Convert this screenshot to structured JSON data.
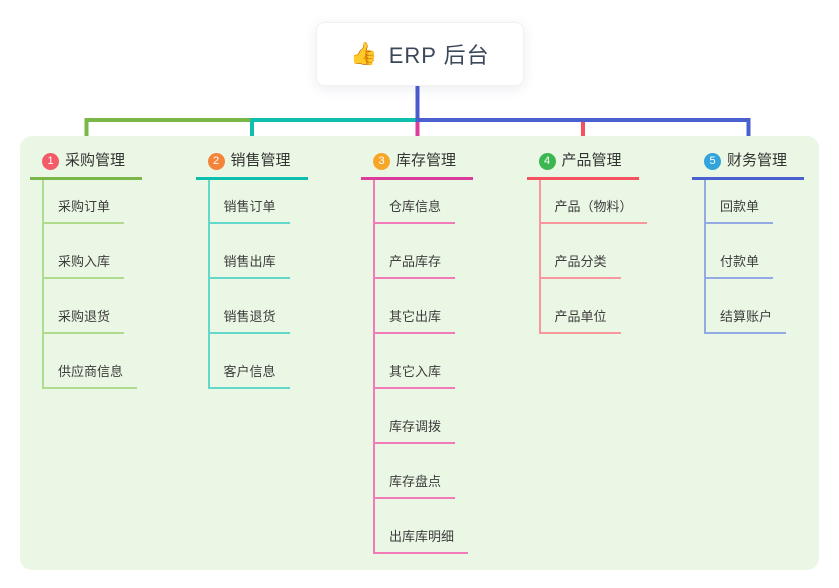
{
  "root": {
    "icon": "👍",
    "title": "ERP 后台"
  },
  "connector": {
    "stem_color": "#4a5bce"
  },
  "panel": {
    "background": "#ebf7e5"
  },
  "branches": [
    {
      "index": "1",
      "label": "采购管理",
      "badge_color": "#f25b68",
      "line_color": "#7ab748",
      "child_line_color": "#aedb8d",
      "children": [
        "采购订单",
        "采购入库",
        "采购退货",
        "供应商信息"
      ]
    },
    {
      "index": "2",
      "label": "销售管理",
      "badge_color": "#f5843b",
      "line_color": "#0fbfae",
      "child_line_color": "#63d8ca",
      "children": [
        "销售订单",
        "销售出库",
        "销售退货",
        "客户信息"
      ]
    },
    {
      "index": "3",
      "label": "库存管理",
      "badge_color": "#f7a62a",
      "line_color": "#dd3d9a",
      "child_line_color": "#f27ab6",
      "children": [
        "仓库信息",
        "产品库存",
        "其它出库",
        "其它入库",
        "库存调拨",
        "库存盘点",
        "出库库明细"
      ]
    },
    {
      "index": "4",
      "label": "产品管理",
      "badge_color": "#3cb650",
      "line_color": "#f4525e",
      "child_line_color": "#f8979e",
      "children": [
        "产品（物料）",
        "产品分类",
        "产品单位"
      ]
    },
    {
      "index": "5",
      "label": "财务管理",
      "badge_color": "#33a3dc",
      "line_color": "#4a5fd0",
      "child_line_color": "#94aae4",
      "children": [
        "回款单",
        "付款单",
        "结算账户"
      ]
    }
  ]
}
